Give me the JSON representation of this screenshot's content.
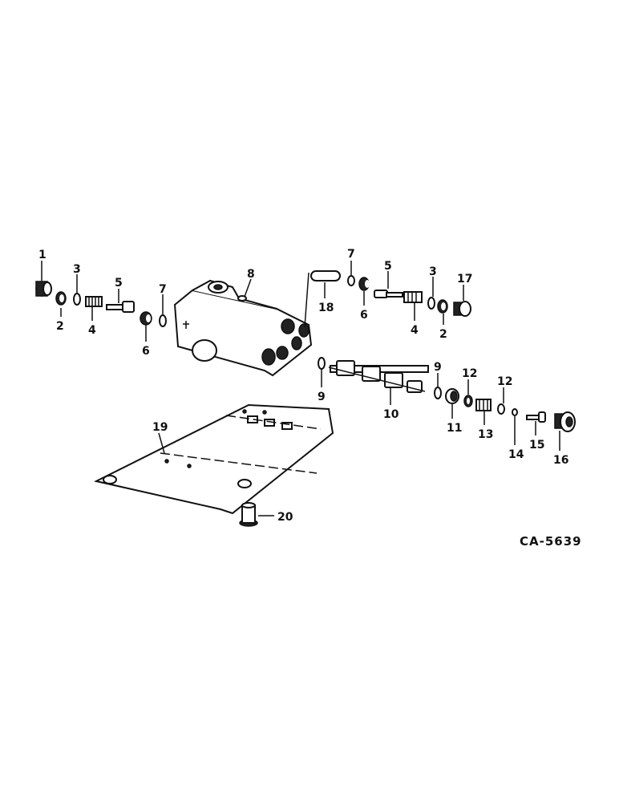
{
  "diagram": {
    "reference_code": "CA-5639",
    "callouts": [
      "1",
      "2",
      "3",
      "4",
      "5",
      "6",
      "7",
      "8",
      "9",
      "10",
      "11",
      "12",
      "13",
      "14",
      "15",
      "16",
      "17",
      "18",
      "19",
      "20"
    ]
  }
}
